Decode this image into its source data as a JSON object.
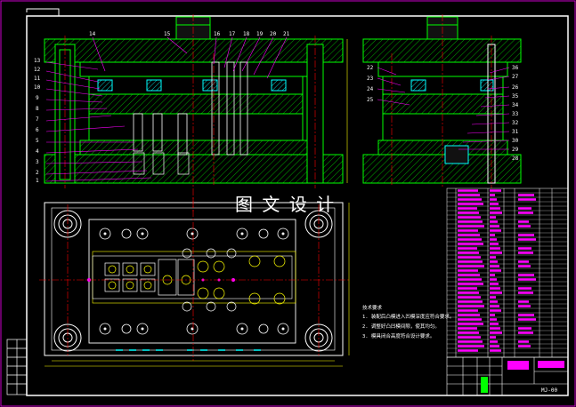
{
  "watermark": "图 文 设 计",
  "front_view": {
    "left_callouts": [
      "13",
      "12",
      "11",
      "10",
      "9",
      "8",
      "7",
      "6",
      "5",
      "4",
      "3",
      "2",
      "1"
    ],
    "top_callouts": [
      "14",
      "15",
      "16",
      "17",
      "18",
      "19",
      "20",
      "21"
    ]
  },
  "side_view": {
    "left_callouts": [
      "22",
      "23",
      "24",
      "25"
    ],
    "right_callouts": [
      "36",
      "27",
      "26",
      "35",
      "34",
      "33",
      "32",
      "31",
      "30",
      "29",
      "28"
    ]
  },
  "tech_notes": {
    "title": "技术要求",
    "lines": [
      "1. 装配后凸模进入凹模深度应符合要求。",
      "2. 调整好凸凹模间隙，使其均匀。",
      "3. 模具闭合高度符合设计要求。"
    ]
  },
  "title_block": {
    "drawing_no": "MJ-00"
  },
  "colors": {
    "background": "#000000",
    "border": "#ffffff",
    "frame": "#cc00cc",
    "hatch": "#00ff00",
    "outline": "#00ff00",
    "centerline": "#ff0000",
    "cyan": "#00ffff",
    "yellow": "#ffff00",
    "magenta": "#ff00ff",
    "white": "#ffffff"
  }
}
